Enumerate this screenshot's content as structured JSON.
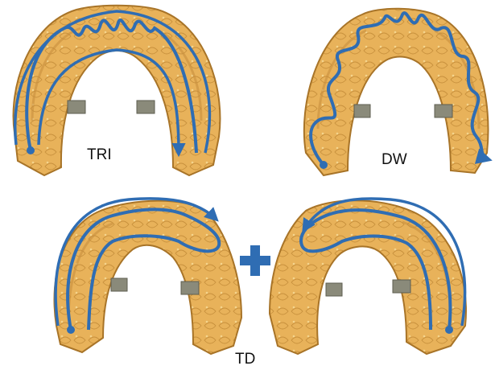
{
  "labels": {
    "tri": "TRI",
    "dw": "DW",
    "td": "TD"
  },
  "colors": {
    "path": "#2F6DB3",
    "model_fill": "#E8B25A",
    "model_shade": "#B9822F",
    "model_light": "#F4D48E",
    "connector": "#8A8A7A",
    "plus": "#2F6DB3"
  },
  "icons": {
    "plus": "plus-icon",
    "start_marker": "circle-dot",
    "end_marker": "arrowhead"
  }
}
